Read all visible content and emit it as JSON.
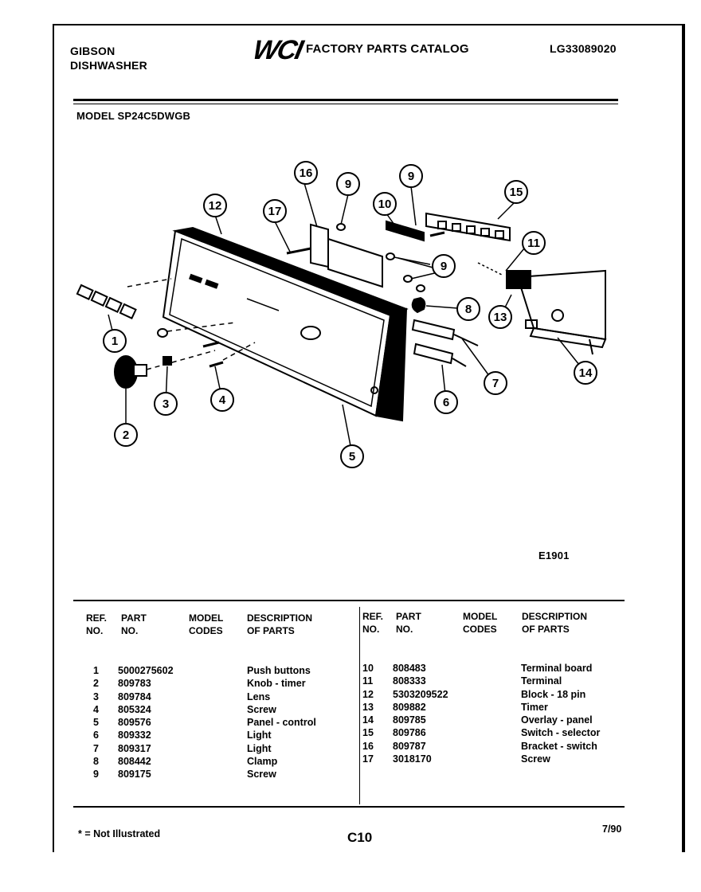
{
  "header": {
    "brand_line1": "GIBSON",
    "brand_line2": "DISHWASHER",
    "logo": "WCI",
    "catalog_title": "FACTORY PARTS CATALOG",
    "doc_number": "LG33089020"
  },
  "model_label": "MODEL SP24C5DWGB",
  "figure_id": "E1901",
  "callouts": [
    "1",
    "2",
    "3",
    "4",
    "5",
    "6",
    "7",
    "8",
    "9",
    "9",
    "9",
    "10",
    "11",
    "12",
    "13",
    "14",
    "15",
    "16",
    "17"
  ],
  "table": {
    "headers": {
      "ref": "REF.\nNO.",
      "part": "PART\nNO.",
      "model": "MODEL\nCODES",
      "desc": "DESCRIPTION\nOF PARTS"
    },
    "left_rows": [
      {
        "ref": "1",
        "part": "5000275602",
        "code": "",
        "desc": "Push buttons"
      },
      {
        "ref": "2",
        "part": "809783",
        "code": "",
        "desc": "Knob - timer"
      },
      {
        "ref": "3",
        "part": "809784",
        "code": "",
        "desc": "Lens"
      },
      {
        "ref": "4",
        "part": "805324",
        "code": "",
        "desc": "Screw"
      },
      {
        "ref": "5",
        "part": "809576",
        "code": "",
        "desc": "Panel - control"
      },
      {
        "ref": "6",
        "part": "809332",
        "code": "",
        "desc": "Light"
      },
      {
        "ref": "7",
        "part": "809317",
        "code": "",
        "desc": "Light"
      },
      {
        "ref": "8",
        "part": "808442",
        "code": "",
        "desc": "Clamp"
      },
      {
        "ref": "9",
        "part": "809175",
        "code": "",
        "desc": "Screw"
      }
    ],
    "right_rows": [
      {
        "ref": "10",
        "part": "808483",
        "code": "",
        "desc": "Terminal board"
      },
      {
        "ref": "11",
        "part": "808333",
        "code": "",
        "desc": "Terminal"
      },
      {
        "ref": "12",
        "part": "5303209522",
        "code": "",
        "desc": "Block - 18 pin"
      },
      {
        "ref": "13",
        "part": "809882",
        "code": "",
        "desc": "Timer"
      },
      {
        "ref": "14",
        "part": "809785",
        "code": "",
        "desc": "Overlay - panel"
      },
      {
        "ref": "15",
        "part": "809786",
        "code": "",
        "desc": "Switch - selector"
      },
      {
        "ref": "16",
        "part": "809787",
        "code": "",
        "desc": "Bracket - switch"
      },
      {
        "ref": "17",
        "part": "3018170",
        "code": "",
        "desc": "Screw"
      }
    ]
  },
  "footer": {
    "note": "* = Not Illustrated",
    "page": "C10",
    "date": "7/90"
  }
}
